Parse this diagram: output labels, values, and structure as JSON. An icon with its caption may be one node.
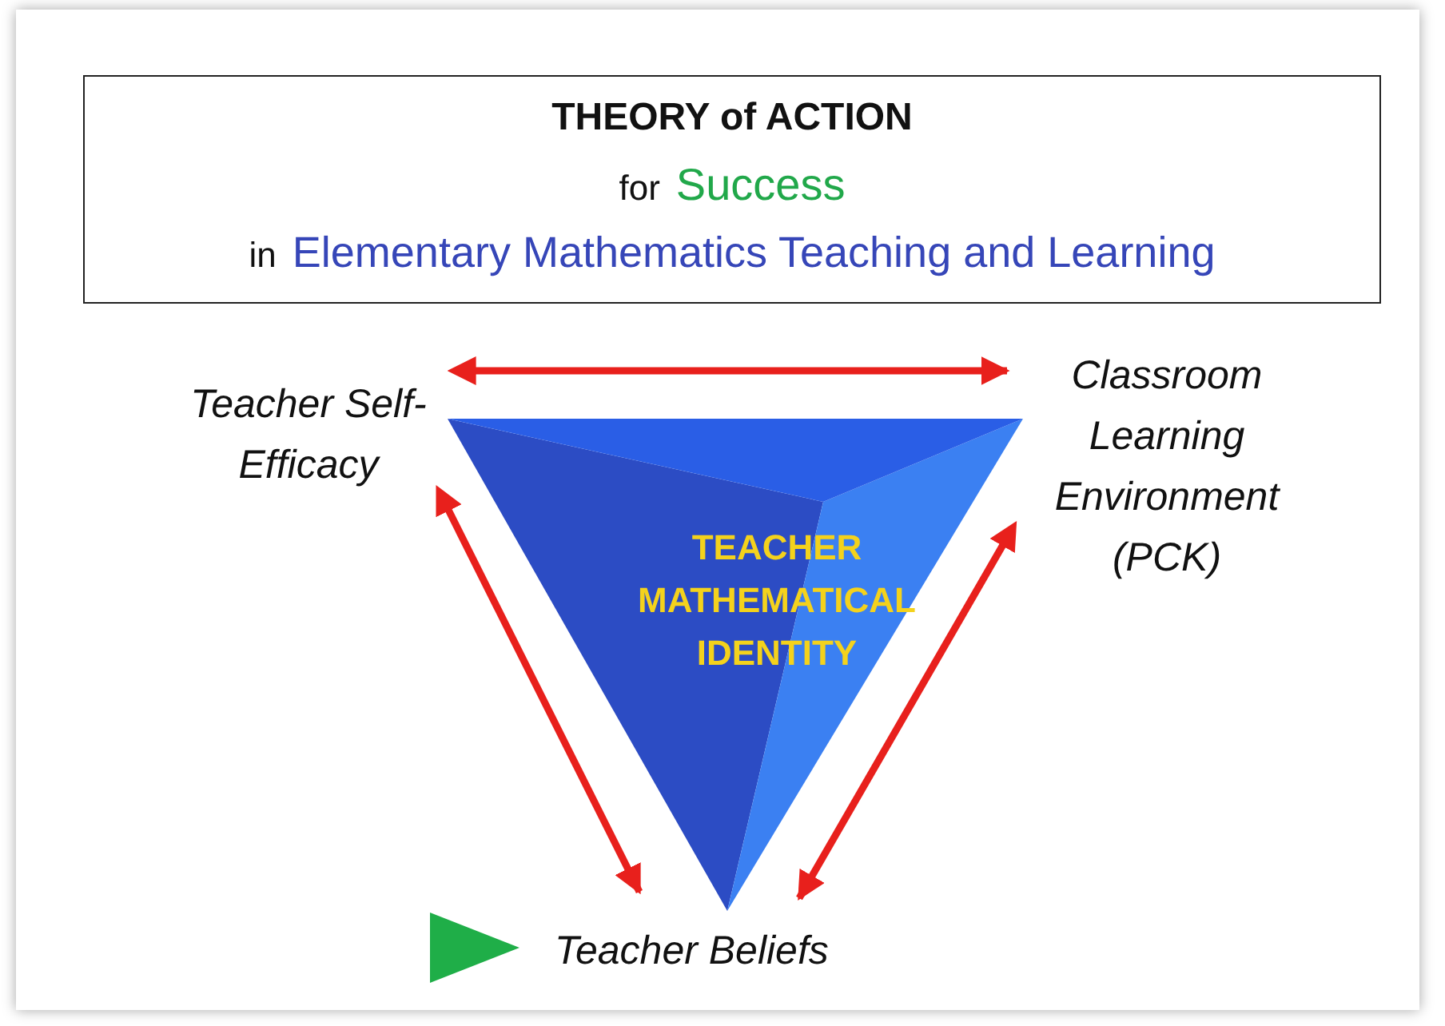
{
  "diagram": {
    "nodes": [
      {
        "text": [
          "THEORY of ACTION",
          "for",
          "Success",
          "in",
          "Elementary Mathematics Teaching and Learning"
        ]
      },
      {
        "text": [
          "Teacher Self-Efficacy"
        ]
      },
      {
        "text": [
          "Classroom Learning Environment (PCK)"
        ]
      },
      {
        "text": [
          "Teacher Beliefs"
        ]
      },
      {
        "text": [
          "TEACHER MATHEMATICAL IDENTITY"
        ]
      }
    ],
    "edges": [
      {
        "from": 1,
        "to": 2,
        "arrow": "both"
      },
      {
        "from": 1,
        "to": 3,
        "arrow": "both"
      },
      {
        "from": 2,
        "to": 3,
        "arrow": "both"
      }
    ]
  }
}
